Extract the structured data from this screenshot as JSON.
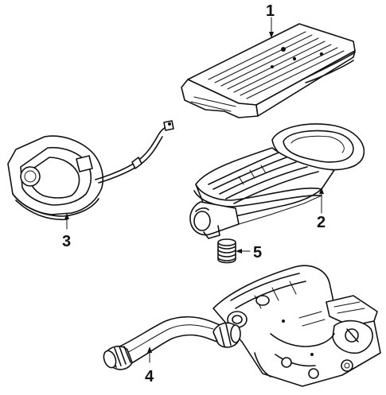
{
  "callouts": [
    {
      "id": "1",
      "label": "1"
    },
    {
      "id": "2",
      "label": "2"
    },
    {
      "id": "3",
      "label": "3"
    },
    {
      "id": "4",
      "label": "4"
    },
    {
      "id": "5",
      "label": "5"
    }
  ],
  "parts": [
    {
      "callout": "1",
      "icon": "air-cleaner-cover-part"
    },
    {
      "callout": "2",
      "icon": "air-cleaner-housing-part"
    },
    {
      "callout": "3",
      "icon": "sensor-bracket-with-cable-part"
    },
    {
      "callout": "4",
      "icon": "intake-duct-hose-part"
    },
    {
      "callout": "5",
      "icon": "coil-spring-clip-part"
    },
    {
      "callout": "",
      "icon": "throttle-body-intake-manifold-part"
    }
  ]
}
